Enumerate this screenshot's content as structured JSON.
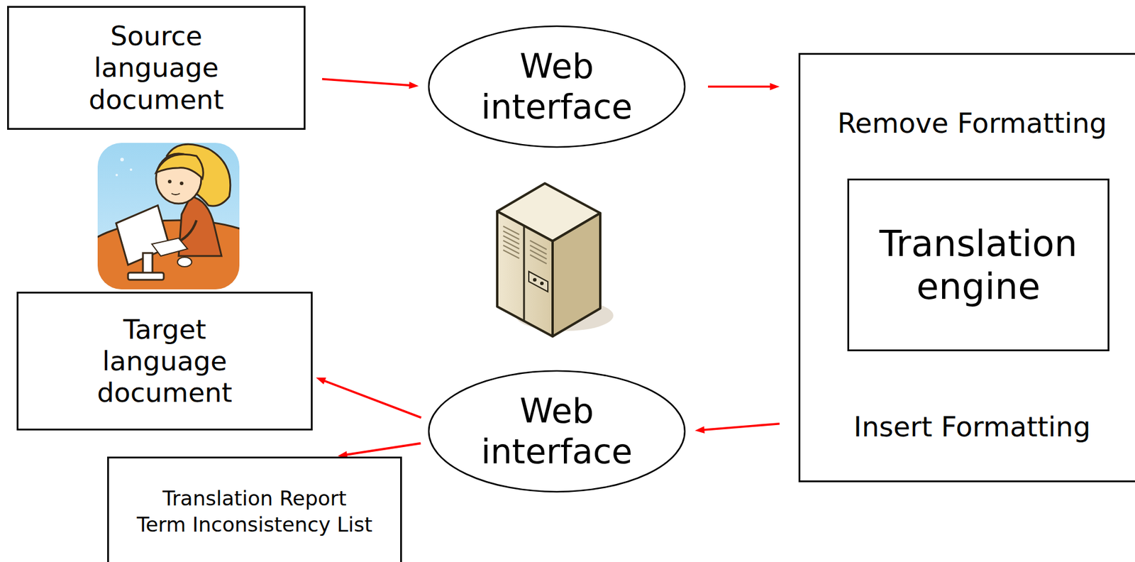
{
  "diagram": {
    "nodes": [
      {
        "text": [
          "Source language document"
        ]
      },
      {
        "text": [
          "Web interface"
        ]
      },
      {
        "text": [
          "Remove Formatting",
          "Insert Formatting"
        ]
      },
      {
        "text": [
          "Translation engine"
        ],
        "in": 2
      },
      {
        "text": [
          "Web interface"
        ]
      },
      {
        "text": [
          "Target language document"
        ]
      },
      {
        "text": [
          "Translation Report",
          "Term Inconsistency List"
        ]
      }
    ],
    "edges": [
      {
        "from": 0,
        "to": 1,
        "arrow": "to"
      },
      {
        "from": 1,
        "to": 2,
        "arrow": "to"
      },
      {
        "from": 2,
        "to": 4,
        "arrow": "to"
      },
      {
        "from": 4,
        "to": 5,
        "arrow": "to"
      },
      {
        "from": 4,
        "to": 6,
        "arrow": "to"
      }
    ]
  }
}
